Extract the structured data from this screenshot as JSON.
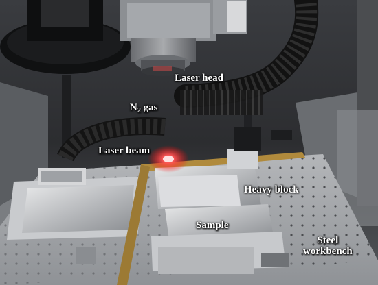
{
  "labels": {
    "laser_head": "Laser head",
    "n2_gas_main": "N",
    "n2_gas_sub": "2",
    "n2_gas_rest": " gas",
    "laser_beam": "Laser beam",
    "heavy_block": "Heavy block",
    "sample": "Sample",
    "steel_line1": "Steel",
    "steel_line2": "workbench"
  },
  "colors": {
    "laser_glow": "#ff2a2a",
    "rail": "#b08a3c",
    "hose": "#151515"
  }
}
